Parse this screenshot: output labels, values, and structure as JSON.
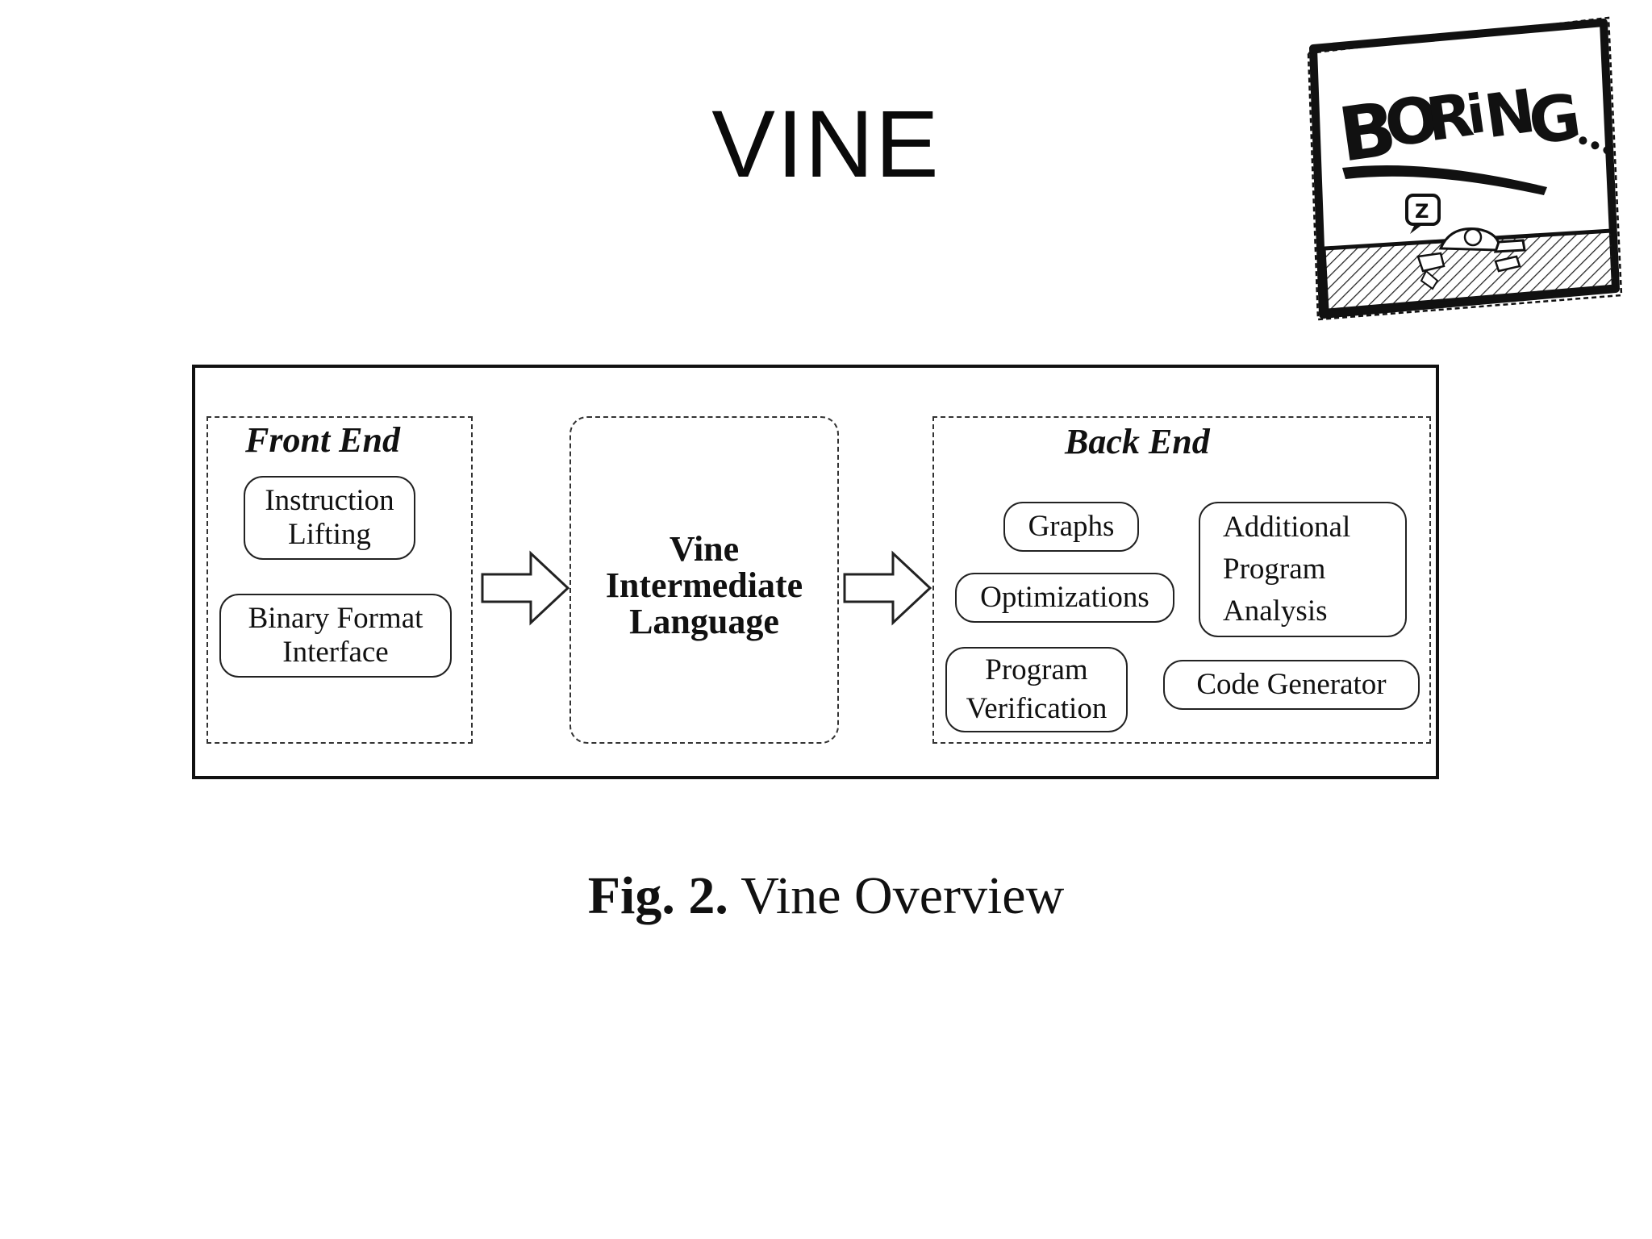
{
  "slide": {
    "title": "VINE"
  },
  "comic": {
    "text": "BORiNG...",
    "bubble": "Z",
    "icon": "sleeping-at-desk-comic"
  },
  "diagram": {
    "front_end": {
      "title": "Front End",
      "nodes": [
        "Instruction\n  Lifting",
        "Binary Format\nInterface"
      ]
    },
    "center": {
      "label": "Vine\nIntermediate\nLanguage"
    },
    "back_end": {
      "title": "Back End",
      "nodes": {
        "graphs": "Graphs",
        "optimizations": "Optimizations",
        "additional": "Additional\nProgram\nAnalysis",
        "verification": "Program\nVerification",
        "codegen": "Code Generator"
      }
    }
  },
  "caption": {
    "fig": "Fig. 2.",
    "text": "Vine Overview"
  }
}
